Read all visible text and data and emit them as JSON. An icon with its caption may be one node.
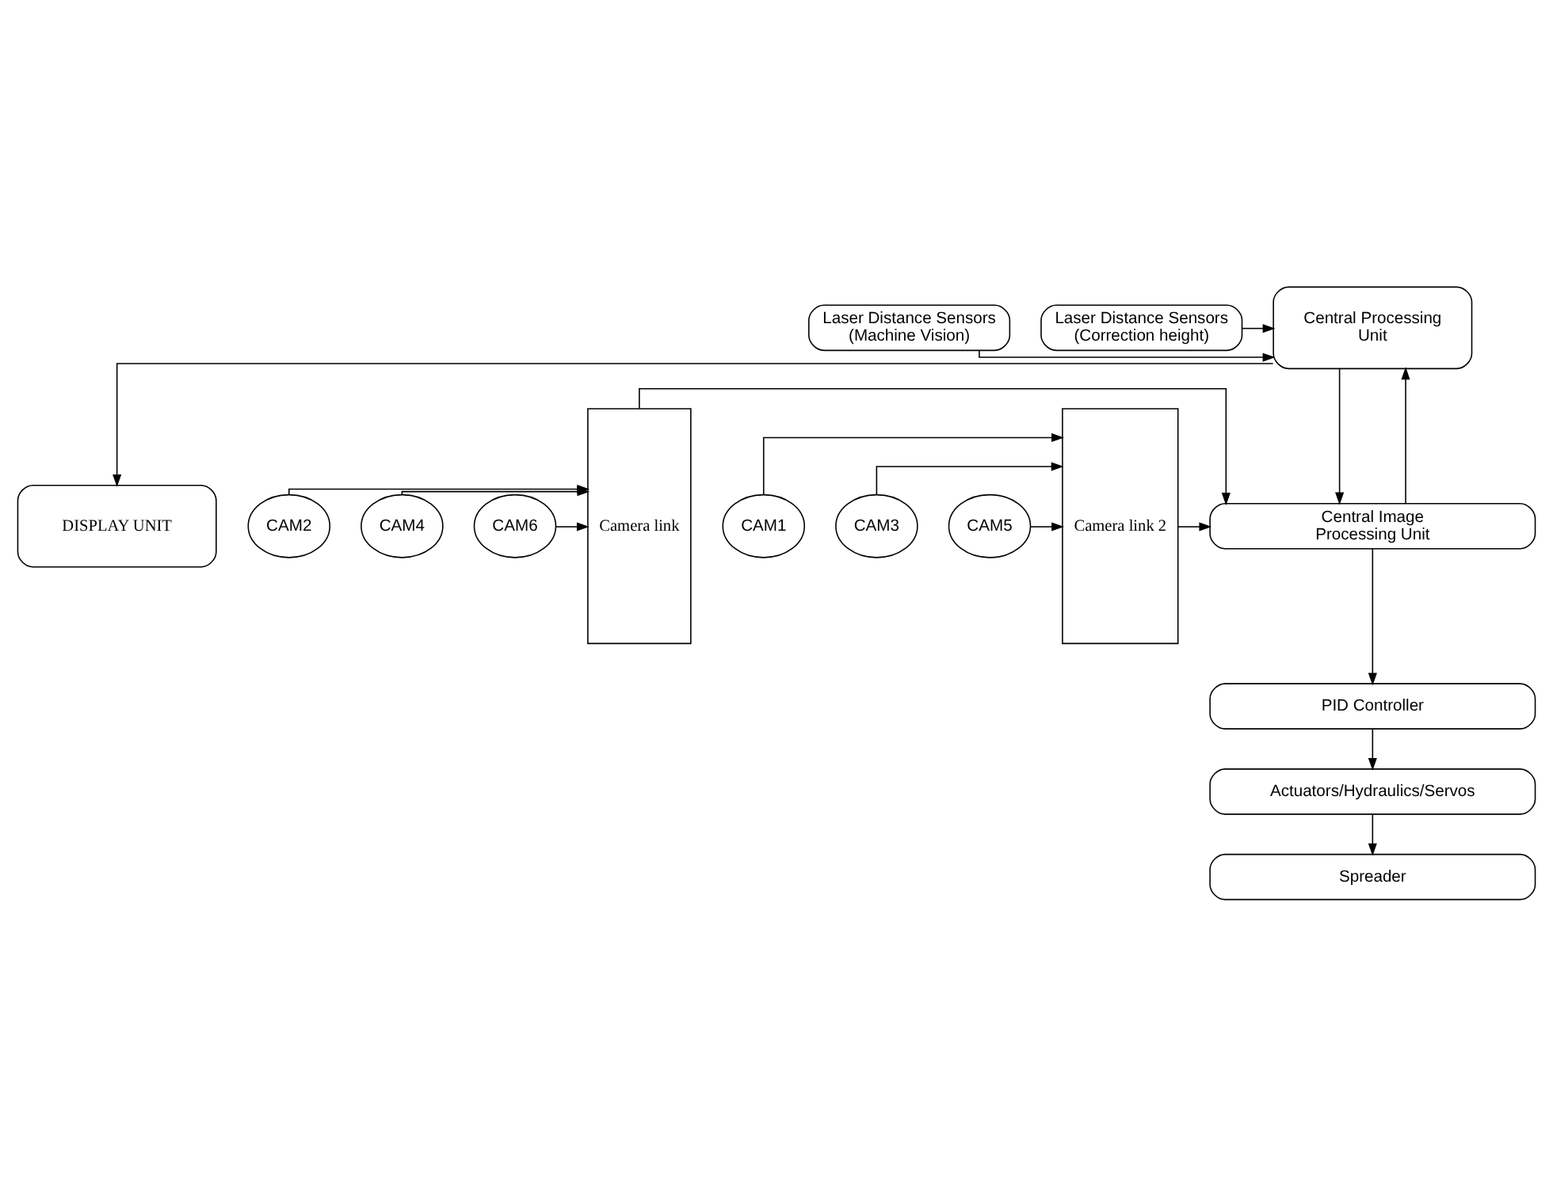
{
  "diagram": {
    "nodes": [
      {
        "text": [
          "DISPLAY UNIT"
        ]
      },
      {
        "text": [
          "Laser Distance Sensors (Machine Vision)"
        ]
      },
      {
        "text": [
          "Central Processing Unit"
        ]
      },
      {
        "text": [
          "Laser Distance Sensors (Correction height)"
        ]
      },
      {
        "text": [
          "Camera link"
        ]
      },
      {
        "text": [
          "CAM2"
        ]
      },
      {
        "text": [
          "Central Image Processing Unit"
        ]
      },
      {
        "text": [
          "Camera link 2"
        ]
      },
      {
        "text": [
          "CAM1"
        ]
      },
      {
        "text": [
          "CAM4"
        ]
      },
      {
        "text": [
          "CAM3"
        ]
      },
      {
        "text": [
          "PID Controller"
        ]
      },
      {
        "text": [
          "CAM6"
        ]
      },
      {
        "text": [
          "CAM5"
        ]
      },
      {
        "text": [
          "Actuators/Hydraulics/Servos"
        ]
      },
      {
        "text": [
          "Spreader"
        ]
      }
    ],
    "edges": [
      {
        "from": 2,
        "to": 0,
        "arrow": "to"
      },
      {
        "from": 1,
        "to": 2,
        "arrow": "to"
      },
      {
        "from": 3,
        "to": 2,
        "arrow": "to"
      },
      {
        "from": 2,
        "to": 6,
        "arrow": "to"
      },
      {
        "from": 6,
        "to": 2,
        "arrow": "to"
      },
      {
        "from": 5,
        "to": 4,
        "arrow": "to"
      },
      {
        "from": 9,
        "to": 4,
        "arrow": "to"
      },
      {
        "from": 12,
        "to": 4,
        "arrow": "to"
      },
      {
        "from": 4,
        "to": 6,
        "arrow": "to"
      },
      {
        "from": 8,
        "to": 7,
        "arrow": "to"
      },
      {
        "from": 10,
        "to": 7,
        "arrow": "to"
      },
      {
        "from": 13,
        "to": 7,
        "arrow": "to"
      },
      {
        "from": 7,
        "to": 6,
        "arrow": "to"
      },
      {
        "from": 6,
        "to": 11,
        "arrow": "to"
      },
      {
        "from": 11,
        "to": 14,
        "arrow": "to"
      },
      {
        "from": 14,
        "to": 15,
        "arrow": "to"
      }
    ]
  }
}
